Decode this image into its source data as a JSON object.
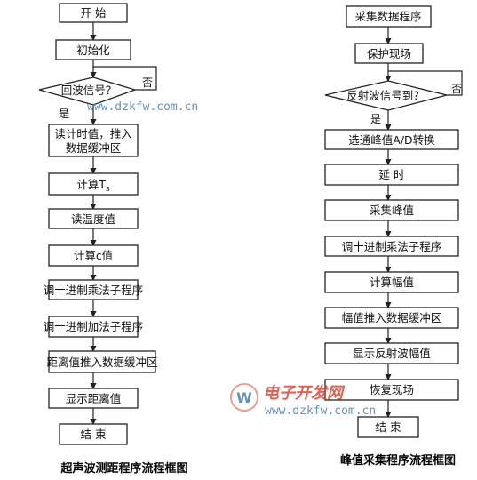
{
  "left_flow": {
    "steps": [
      "开 始",
      "初始化"
    ],
    "decision": "回波信号？",
    "no_label": "否",
    "yes_label": "是",
    "process": [
      "读计时值，推入",
      "数据缓冲区",
      "计算T",
      "s",
      "读温度值",
      "计算c值",
      "调十进制乘法子程序",
      "调十进制加法子程序",
      "距离值推入数据缓冲区",
      "显示距离值",
      "结 束"
    ],
    "caption": "超声波测距程序流程框图"
  },
  "right_flow": {
    "steps": [
      "采集数据程序",
      "保护现场"
    ],
    "decision": "反射波信号到？",
    "no_label": "否",
    "yes_label": "是",
    "process": [
      "选通峰值A/D转换",
      "延 时",
      "采集峰值",
      "调十进制乘法子程序",
      "计算幅值",
      "幅值推入数据缓冲区",
      "显示反射波幅值",
      "恢复现场",
      "结 束"
    ],
    "caption": "峰值采集程序流程框图"
  },
  "watermark": {
    "url_top": "www.dzkfw.com.cn",
    "brand": "电子开发网",
    "url_bottom": "www.dzkfw.com.cn"
  }
}
